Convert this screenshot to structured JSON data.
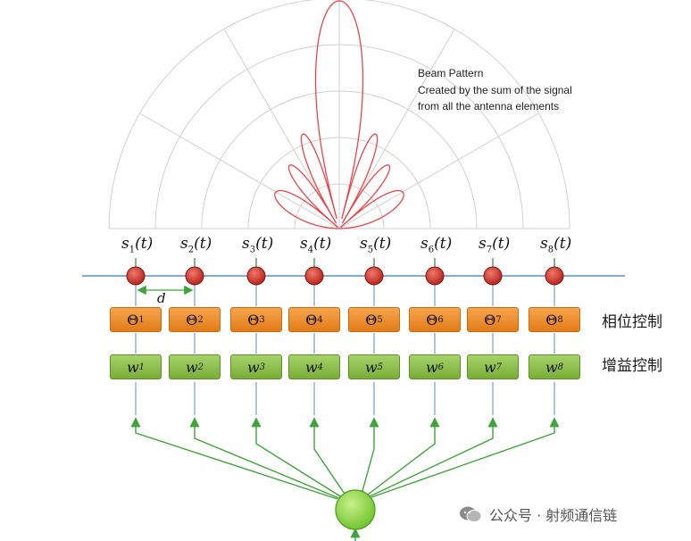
{
  "caption": {
    "line1": "Beam Pattern",
    "line2": "Created by the sum of the signal",
    "line3": "from all the antenna elements"
  },
  "signals": [
    "s",
    "s",
    "s",
    "s",
    "s",
    "s",
    "s",
    "s"
  ],
  "signal_subscripts": [
    "1",
    "2",
    "3",
    "4",
    "5",
    "6",
    "7",
    "8"
  ],
  "signal_suffix": "(t)",
  "phase_symbol": "Θ",
  "gain_symbol": "w",
  "spacing_label": "d",
  "labels": {
    "phase_control": "相位控制",
    "gain_control": "增益控制"
  },
  "watermark": {
    "text": "公众号 · 射频通信链"
  },
  "colors": {
    "beam": "#e8454a",
    "grid": "#d0d0d0",
    "array_line": "#5b8fc7",
    "element": "#b8241c",
    "feed": "#3fa43a",
    "phase_box": "#f0932b",
    "gain_box": "#8bbf4a",
    "source": "#8fd44a"
  }
}
